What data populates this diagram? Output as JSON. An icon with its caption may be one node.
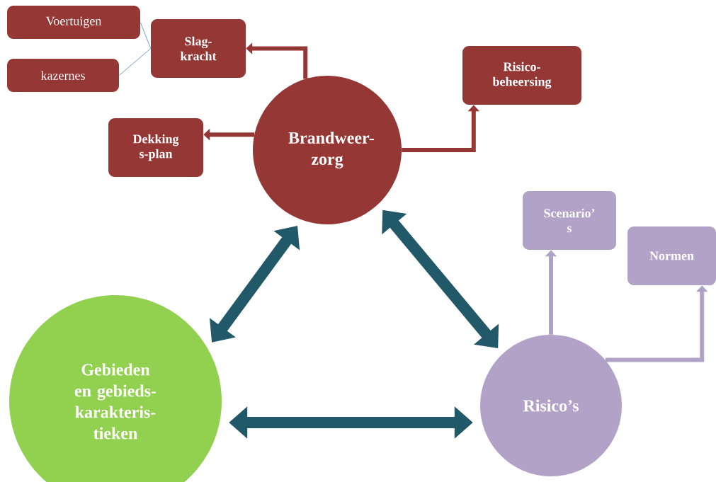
{
  "diagram": {
    "nodes": [
      {
        "text": [
          "Voertuigen"
        ]
      },
      {
        "text": [
          "kazernes"
        ]
      },
      {
        "text": [
          "Slag- kracht"
        ]
      },
      {
        "text": [
          "Risico- beheersing"
        ]
      },
      {
        "text": [
          "Dekking s-plan"
        ]
      },
      {
        "text": [
          "Brandweer- zorg"
        ]
      },
      {
        "text": [
          "Scenario’ s"
        ]
      },
      {
        "text": [
          "Normen"
        ]
      },
      {
        "text": [
          "Gebieden en gebieds- karakteris- tieken"
        ]
      },
      {
        "text": [
          "Risico’s"
        ]
      }
    ],
    "edges": [
      {
        "from": 0,
        "to": 2,
        "arrow": "none",
        "color": "#4f81bd"
      },
      {
        "from": 1,
        "to": 2,
        "arrow": "none",
        "color": "#4f81bd"
      },
      {
        "from": 5,
        "to": 2,
        "arrow": "to",
        "color": "#953735"
      },
      {
        "from": 5,
        "to": 4,
        "arrow": "to",
        "color": "#953735"
      },
      {
        "from": 5,
        "to": 3,
        "arrow": "to",
        "color": "#953735"
      },
      {
        "from": 9,
        "to": 6,
        "arrow": "to",
        "color": "#b3a2c7"
      },
      {
        "from": 9,
        "to": 7,
        "arrow": "to",
        "color": "#b3a2c7"
      },
      {
        "from": 5,
        "to": 8,
        "arrow": "both",
        "style": "thick",
        "color": "#215968"
      },
      {
        "from": 5,
        "to": 9,
        "arrow": "both",
        "style": "thick",
        "color": "#215968"
      },
      {
        "from": 8,
        "to": 9,
        "arrow": "both",
        "style": "thick",
        "color": "#215968"
      }
    ]
  }
}
